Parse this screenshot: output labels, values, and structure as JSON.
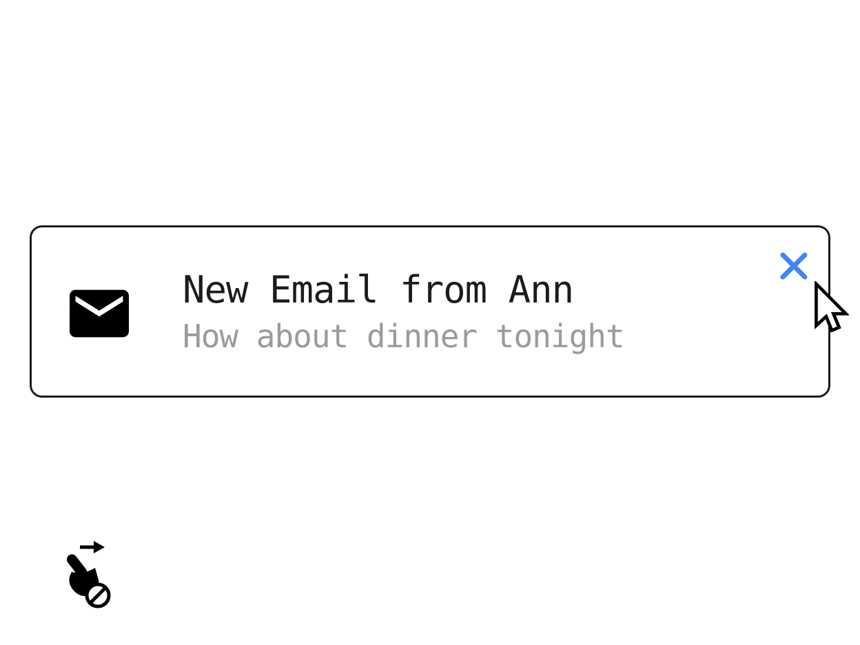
{
  "notification": {
    "title": "New Email from Ann",
    "subtitle": "How about dinner tonight",
    "close_label": "close"
  },
  "icons": {
    "mail": "mail-icon",
    "close": "close-icon",
    "cursor": "cursor-arrow-icon",
    "gesture": "swipe-blocked-icon"
  },
  "colors": {
    "close_blue": "#4285F4",
    "title_text": "#1c1c1e",
    "subtitle_text": "#9b9b9f",
    "card_border": "#1a1a1a",
    "icon_black": "#000000"
  }
}
